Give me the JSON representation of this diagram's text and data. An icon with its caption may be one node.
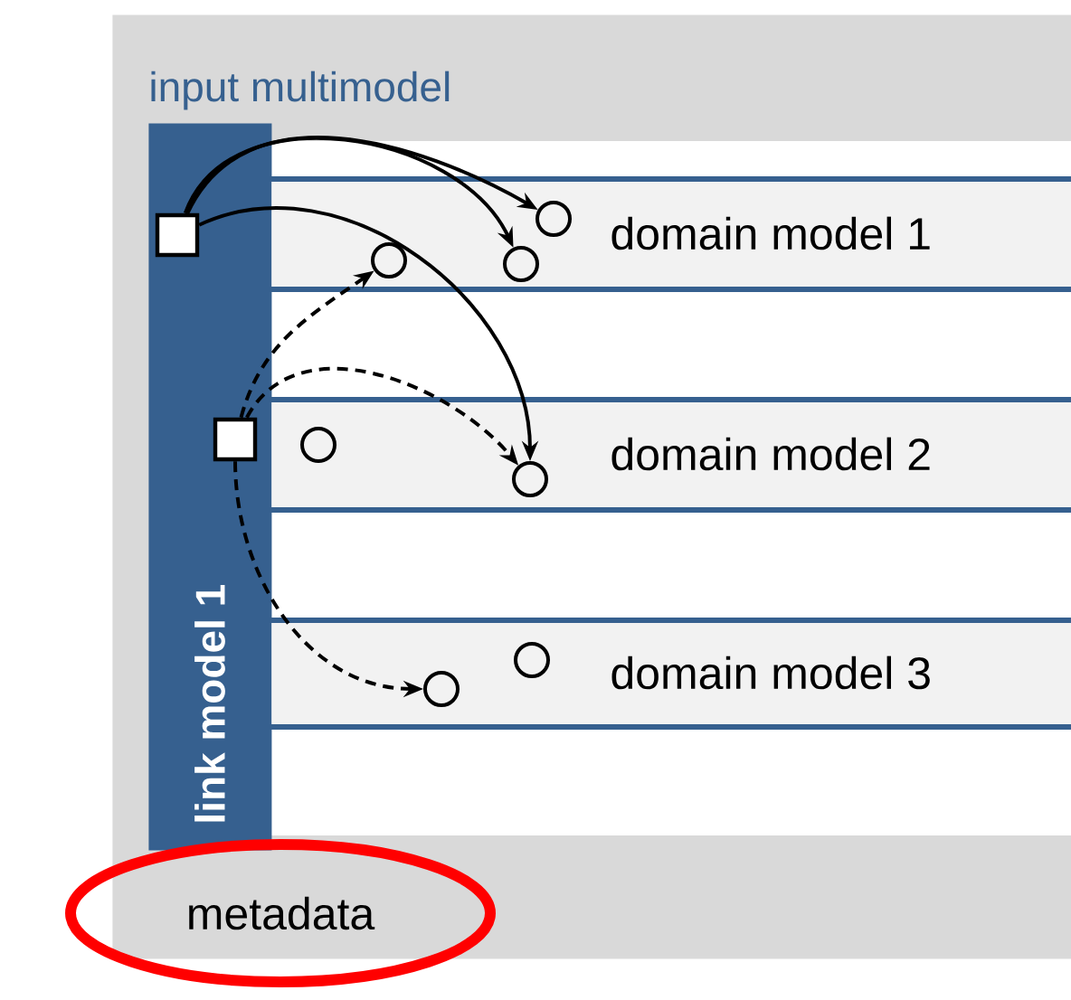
{
  "diagram": {
    "nodes": [
      {
        "text": [
          "input multimodel"
        ]
      },
      {
        "text": [
          "link model 1"
        ],
        "in": 0
      },
      {
        "text": [],
        "shape": "box",
        "in": 1
      },
      {
        "text": [],
        "shape": "box",
        "in": 1
      },
      {
        "text": [
          "domain model 1"
        ],
        "in": 0
      },
      {
        "text": [],
        "shape": "circle",
        "in": 4
      },
      {
        "text": [],
        "shape": "circle",
        "in": 4
      },
      {
        "text": [],
        "shape": "circle",
        "in": 4
      },
      {
        "text": [
          "domain model 2"
        ],
        "in": 0
      },
      {
        "text": [],
        "shape": "circle",
        "in": 8
      },
      {
        "text": [],
        "shape": "circle",
        "in": 8
      },
      {
        "text": [
          "domain model 3"
        ],
        "in": 0
      },
      {
        "text": [],
        "shape": "circle",
        "in": 11
      },
      {
        "text": [],
        "shape": "circle",
        "in": 11
      },
      {
        "text": [
          "metadata"
        ]
      }
    ],
    "edges": [
      {
        "from": 2,
        "to": 7,
        "arrow": "to"
      },
      {
        "from": 2,
        "to": 6,
        "arrow": "to"
      },
      {
        "from": 2,
        "to": 10,
        "arrow": "to"
      },
      {
        "from": 3,
        "to": 5,
        "arrow": "to",
        "style": "dashed"
      },
      {
        "from": 3,
        "to": 10,
        "arrow": "to",
        "style": "dashed"
      },
      {
        "from": 3,
        "to": 12,
        "arrow": "to",
        "style": "dashed"
      }
    ]
  }
}
